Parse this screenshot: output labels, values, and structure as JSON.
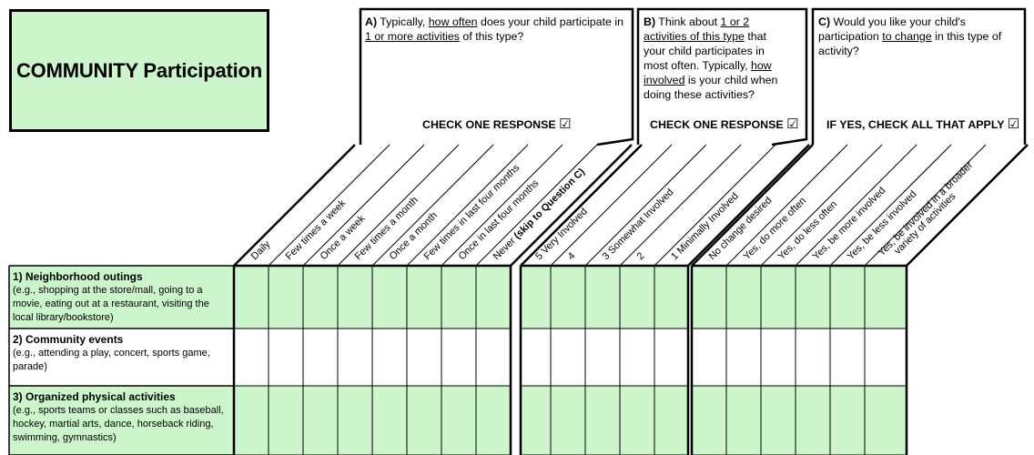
{
  "title": "COMMUNITY Participation",
  "colors": {
    "green": "#ccf5cc",
    "border": "#000000",
    "white": "#ffffff"
  },
  "questions": {
    "a": {
      "letter": "A)",
      "t1": " Typically, ",
      "u1": "how often",
      "t2": " does your child participate in ",
      "u2": "1 or more activities",
      "t3": " of this type?",
      "check": "CHECK ONE RESPONSE",
      "icon": "checkbox-icon"
    },
    "b": {
      "letter": "B)",
      "t1": " Think about ",
      "u1": "1 or 2 activities of this type",
      "t2": " that your child participates in most often. Typically, ",
      "u2": "how involved",
      "t3": " is your child when doing these activities?",
      "check": "CHECK ONE RESPONSE",
      "icon": "checkbox-icon"
    },
    "c": {
      "letter": "C)",
      "t1": " Would you like your child's participation ",
      "u1": "to change",
      "t2": " in this type of activity?",
      "check": "IF YES, CHECK ALL THAT APPLY",
      "icon": "checkbox-icon"
    }
  },
  "columns": {
    "a": [
      "Daily",
      "Few times a week",
      "Once a week",
      "Few times a month",
      "Once a month",
      "Few times in last four months",
      "Once in last four months",
      {
        "text": "Never ",
        "bold": "(skip to Question C)"
      }
    ],
    "b": [
      "5 Very Involved",
      "4",
      "3 Somewhat Involved",
      "2",
      "1 Minimally Involved"
    ],
    "c": [
      "No change desired",
      "Yes, do more often",
      "Yes, do less often",
      "Yes, be more involved",
      "Yes, be less involved",
      [
        "Yes, be involved in a broader",
        "variety of activities"
      ]
    ]
  },
  "rows": [
    {
      "title": "1) Neighborhood outings",
      "desc": "(e.g., shopping at the store/mall, going to a movie, eating out at a restaurant, visiting the local library/bookstore)",
      "shaded": true
    },
    {
      "title": "2) Community events",
      "desc": "(e.g., attending a play, concert, sports game, parade)",
      "shaded": false
    },
    {
      "title": "3) Organized physical activities",
      "desc": "(e.g., sports teams or classes such as baseball, hockey, martial arts, dance, horseback riding, swimming, gymnastics)",
      "shaded": true
    }
  ]
}
